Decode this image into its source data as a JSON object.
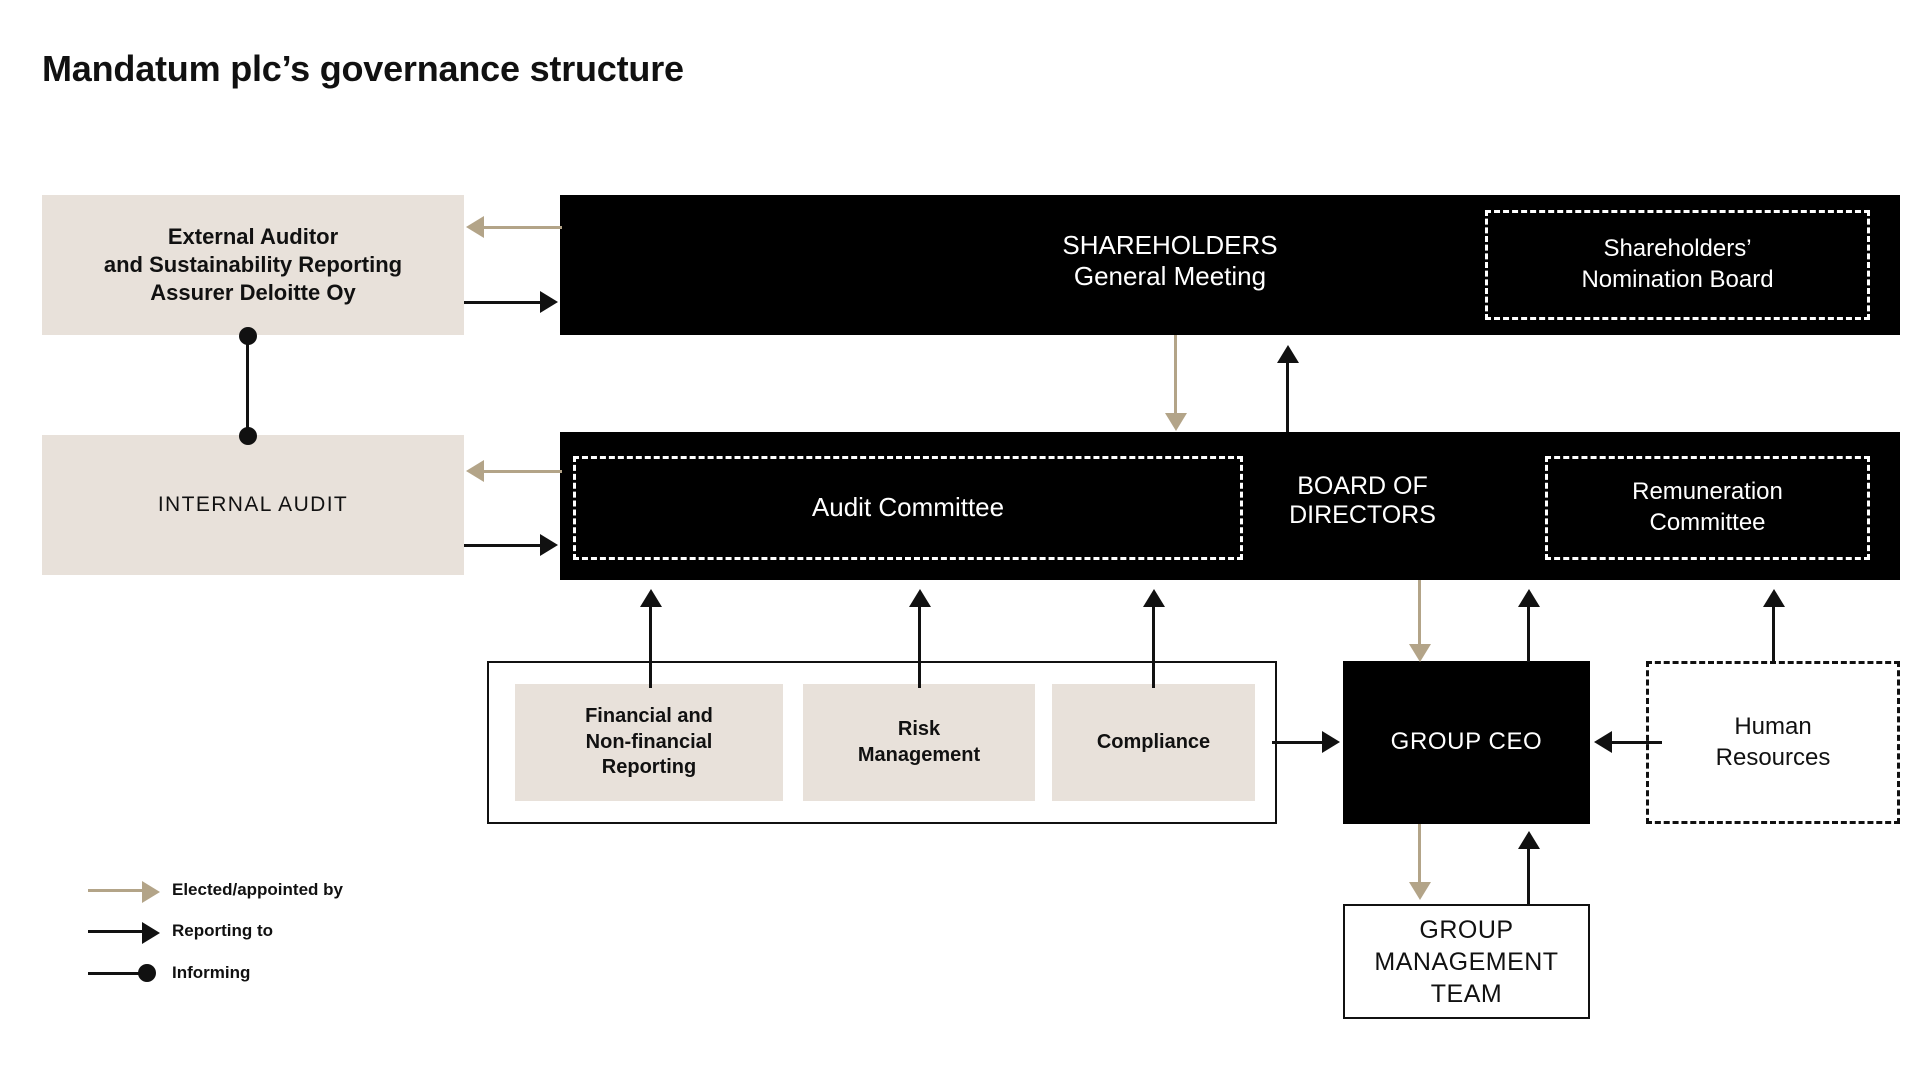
{
  "title": "Mandatum plc’s governance structure",
  "colors": {
    "beige": "#E8E1DA",
    "black": "#000000",
    "tan": "#B3A488",
    "white": "#FFFFFF"
  },
  "boxes": {
    "external_auditor": "External Auditor\nand Sustainability Reporting\nAssurer Deloitte Oy",
    "external_auditor_line1": "External Auditor",
    "external_auditor_line2": "and Sustainability Reporting",
    "external_auditor_line3": "Assurer Deloitte Oy",
    "internal_audit": "INTERNAL AUDIT",
    "shareholders_line1": "SHAREHOLDERS",
    "shareholders_line2": "General Meeting",
    "nomination_board_line1": "Shareholders’",
    "nomination_board_line2": "Nomination Board",
    "audit_committee": "Audit Committee",
    "board_of_directors_line1": "BOARD OF",
    "board_of_directors_line2": "DIRECTORS",
    "remuneration_committee_line1": "Remuneration",
    "remuneration_committee_line2": "Committee",
    "financial_reporting_line1": "Financial and",
    "financial_reporting_line2": "Non-financial",
    "financial_reporting_line3": "Reporting",
    "risk_management_line1": "Risk",
    "risk_management_line2": "Management",
    "compliance": "Compliance",
    "group_ceo": "GROUP CEO",
    "human_resources_line1": "Human",
    "human_resources_line2": "Resources",
    "group_management_team_line1": "GROUP",
    "group_management_team_line2": "MANAGEMENT",
    "group_management_team_line3": "TEAM"
  },
  "legend": {
    "items": [
      {
        "label": "Elected/appointed by",
        "style": "tan-arrow"
      },
      {
        "label": "Reporting to",
        "style": "black-arrow"
      },
      {
        "label": "Informing",
        "style": "black-dot-line"
      }
    ],
    "elected": "Elected/appointed by",
    "reporting": "Reporting to",
    "informing": "Informing"
  },
  "relationships": [
    {
      "from": "Shareholders General Meeting",
      "to": "External Auditor",
      "type": "Elected/appointed by"
    },
    {
      "from": "External Auditor",
      "to": "Shareholders General Meeting",
      "type": "Reporting to"
    },
    {
      "from": "Board of Directors / Audit Committee",
      "to": "Internal Audit",
      "type": "Elected/appointed by"
    },
    {
      "from": "Internal Audit",
      "to": "Board of Directors",
      "type": "Reporting to"
    },
    {
      "from": "External Auditor",
      "to": "Internal Audit",
      "type": "Informing"
    },
    {
      "from": "Shareholders General Meeting",
      "to": "Board of Directors",
      "type": "Elected/appointed by"
    },
    {
      "from": "Board of Directors",
      "to": "Shareholders General Meeting",
      "type": "Reporting to"
    },
    {
      "from": "Financial and Non-financial Reporting",
      "to": "Board of Directors",
      "type": "Reporting to"
    },
    {
      "from": "Risk Management",
      "to": "Board of Directors",
      "type": "Reporting to"
    },
    {
      "from": "Compliance",
      "to": "Board of Directors",
      "type": "Reporting to"
    },
    {
      "from": "Board of Directors",
      "to": "Group CEO",
      "type": "Elected/appointed by"
    },
    {
      "from": "Group CEO",
      "to": "Board of Directors",
      "type": "Reporting to"
    },
    {
      "from": "Human Resources",
      "to": "Board of Directors",
      "type": "Reporting to"
    },
    {
      "from": "Compliance",
      "to": "Group CEO",
      "type": "Reporting to"
    },
    {
      "from": "Human Resources",
      "to": "Group CEO",
      "type": "Reporting to"
    },
    {
      "from": "Group CEO",
      "to": "Group Management Team",
      "type": "Elected/appointed by"
    },
    {
      "from": "Group Management Team",
      "to": "Group CEO",
      "type": "Reporting to"
    }
  ]
}
